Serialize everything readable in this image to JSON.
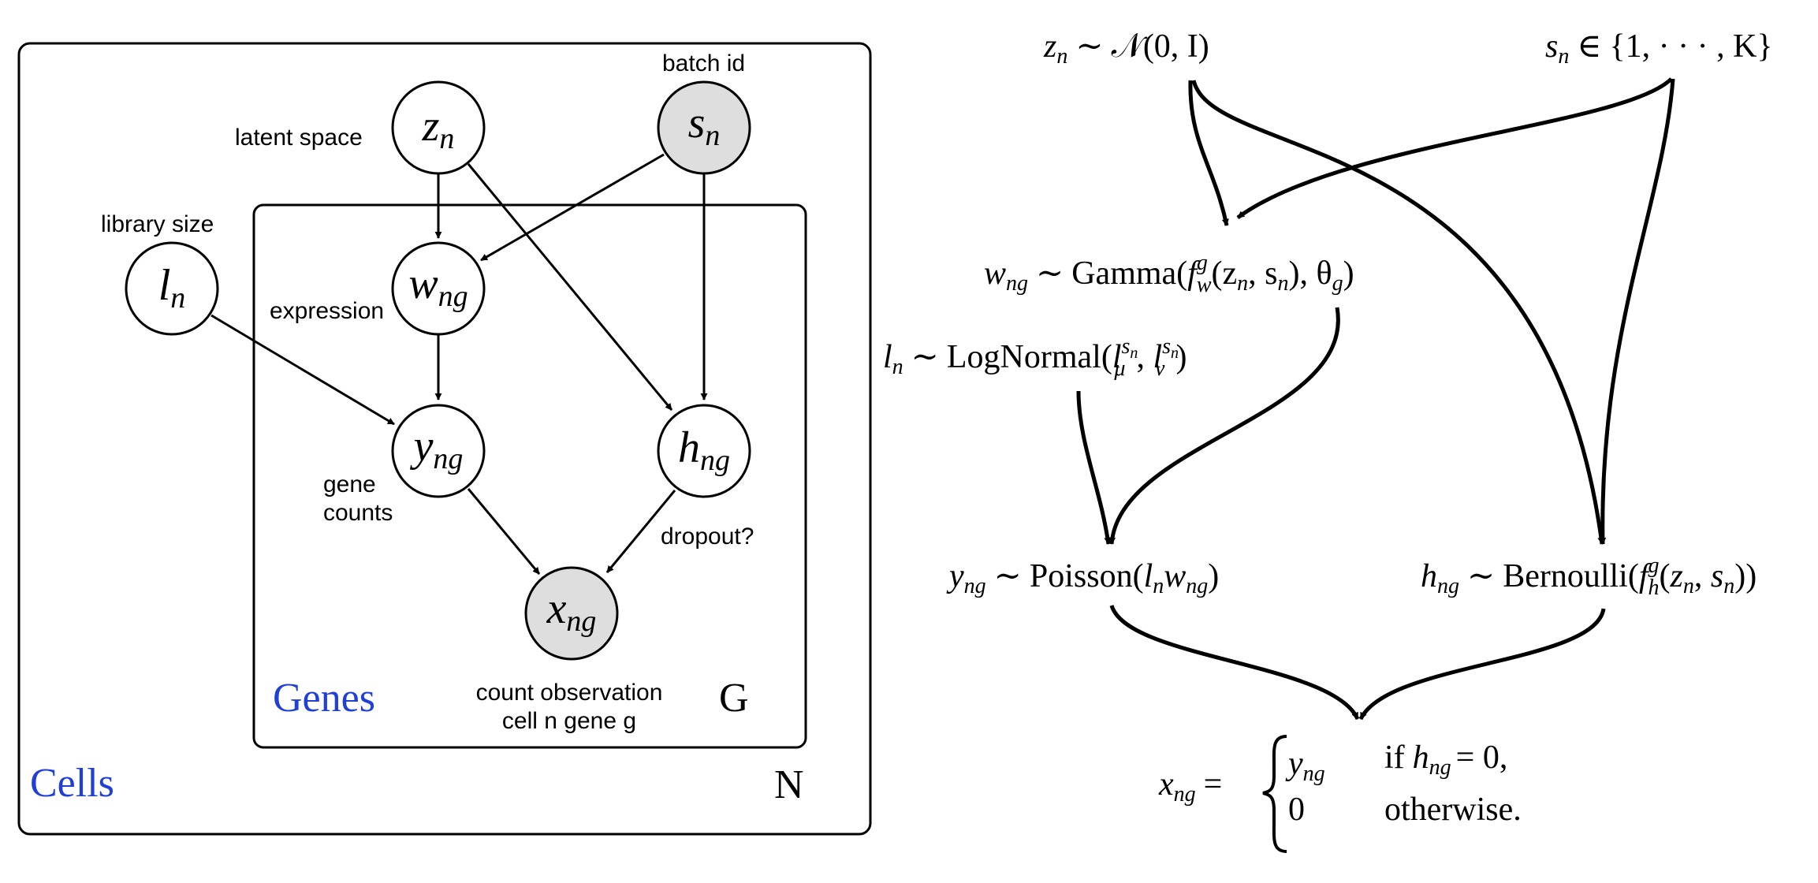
{
  "colors": {
    "plate_label": "#1f3fd6",
    "observed_fill": "#dedede",
    "latent_fill": "#ffffff",
    "stroke": "#000000"
  },
  "left_diagram": {
    "plates": {
      "cells": {
        "label": "Cells",
        "count": "N"
      },
      "genes": {
        "label": "Genes",
        "count": "G"
      }
    },
    "nodes": {
      "z": {
        "var": "z",
        "sub": "n",
        "label": "latent space",
        "observed": false
      },
      "s": {
        "var": "s",
        "sub": "n",
        "label": "batch id",
        "observed": true
      },
      "l": {
        "var": "l",
        "sub": "n",
        "label": "library size",
        "observed": false
      },
      "w": {
        "var": "w",
        "sub": "ng",
        "label": "expression",
        "observed": false
      },
      "y": {
        "var": "y",
        "sub": "ng",
        "label_lines": [
          "gene",
          "counts"
        ],
        "observed": false
      },
      "h": {
        "var": "h",
        "sub": "ng",
        "label": "dropout?",
        "observed": false
      },
      "x": {
        "var": "x",
        "sub": "ng",
        "label_lines": [
          "count observation",
          "cell n gene g"
        ],
        "observed": true
      }
    }
  },
  "right_diagram": {
    "z_eq": {
      "lhs": "z",
      "lhs_sub": "n",
      "rel": "∼",
      "fn": "𝒩",
      "args": "(0, I)"
    },
    "s_eq": {
      "lhs": "s",
      "lhs_sub": "n",
      "rel": "∈",
      "set": "{1, · · · , K}"
    },
    "w_eq": {
      "lhs": "w",
      "lhs_sub": "ng",
      "rel": "∼",
      "fn": "Gamma",
      "f": "f",
      "f_sup": "g",
      "f_sub": "w",
      "args1": "(z",
      "n1": "n",
      "comma1": ", s",
      "n2": "n",
      "close1": "), θ",
      "g_sub": "g",
      "close2": ")"
    },
    "l_eq": {
      "lhs": "l",
      "lhs_sub": "n",
      "rel": "∼",
      "fn": "LogNormal",
      "mu": "μ",
      "nu": "ν",
      "sup": "s",
      "sup_sub": "n"
    },
    "y_eq": {
      "lhs": "y",
      "lhs_sub": "ng",
      "rel": "∼",
      "fn": "Poisson",
      "arg_l": "l",
      "arg_l_sub": "n",
      "arg_w": "w",
      "arg_w_sub": "ng"
    },
    "h_eq": {
      "lhs": "h",
      "lhs_sub": "ng",
      "rel": "∼",
      "fn": "Bernoulli",
      "f": "f",
      "f_sup": "g",
      "f_sub": "h"
    },
    "x_eq": {
      "lhs": "x",
      "lhs_sub": "ng",
      "rel": "=",
      "case1_val": "y",
      "case1_val_sub": "ng",
      "case1_cond": "if",
      "case1_h": "h",
      "case1_h_sub": "ng",
      "case1_rhs": "= 0,",
      "case2_val": "0",
      "case2_cond": "otherwise."
    }
  }
}
